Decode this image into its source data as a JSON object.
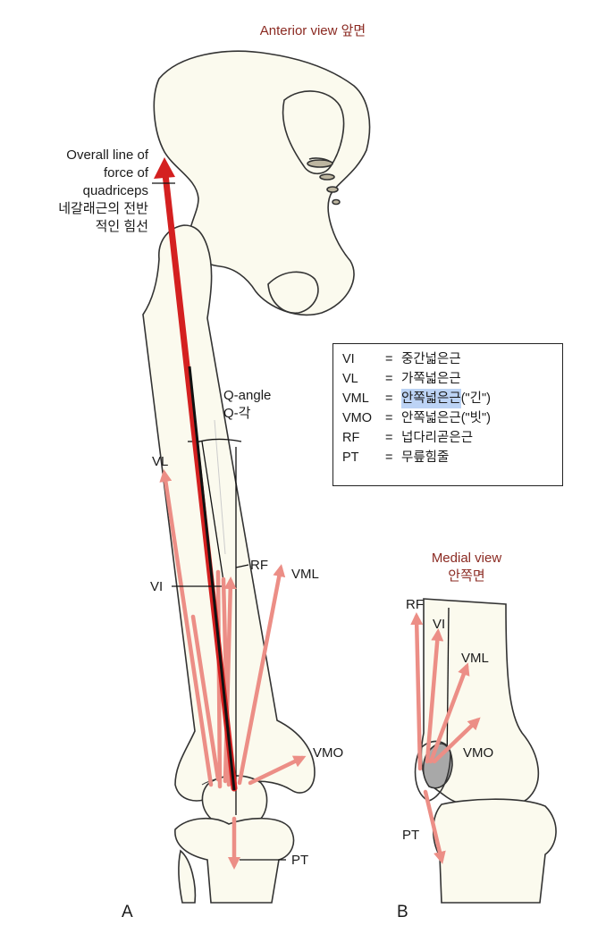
{
  "titles": {
    "anterior": "Anterior view 앞면",
    "medial_line1": "Medial view",
    "medial_line2": "안쪽면"
  },
  "force_label": {
    "line1": "Overall line of",
    "line2": "force of",
    "line3": "quadriceps",
    "line4": "네갈래근의 전반",
    "line5": "적인 힘선"
  },
  "q_angle": {
    "en": "Q-angle",
    "ko": "Q-각"
  },
  "labels_a": {
    "vl": "VL",
    "vi": "VI",
    "rf": "RF",
    "vml": "VML",
    "vmo": "VMO",
    "pt": "PT"
  },
  "labels_b": {
    "rf": "RF",
    "vi": "VI",
    "vml": "VML",
    "vmo": "VMO",
    "pt": "PT"
  },
  "legend": [
    {
      "abbr": "VI",
      "eq": "=",
      "name": "중간넓은근",
      "highlight": "",
      "suffix": ""
    },
    {
      "abbr": "VL",
      "eq": "=",
      "name": "가쪽넓은근",
      "highlight": "",
      "suffix": ""
    },
    {
      "abbr": "VML",
      "eq": "=",
      "name": "",
      "highlight": "안쪽넓은근",
      "suffix": "(\"긴\")"
    },
    {
      "abbr": "VMO",
      "eq": "=",
      "name": "안쪽넓은근",
      "highlight": "",
      "suffix": "(\"빗\")"
    },
    {
      "abbr": "RF",
      "eq": "=",
      "name": "넙다리곧은근",
      "highlight": "",
      "suffix": ""
    },
    {
      "abbr": "PT",
      "eq": "=",
      "name": "무릎힘줄",
      "highlight": "",
      "suffix": ""
    }
  ],
  "panels": {
    "a": "A",
    "b": "B"
  },
  "colors": {
    "force_main": "#d42020",
    "vector": "#ec8e86",
    "bone_fill": "#fbfaee",
    "outline": "#333333",
    "title": "#8b2a22"
  }
}
